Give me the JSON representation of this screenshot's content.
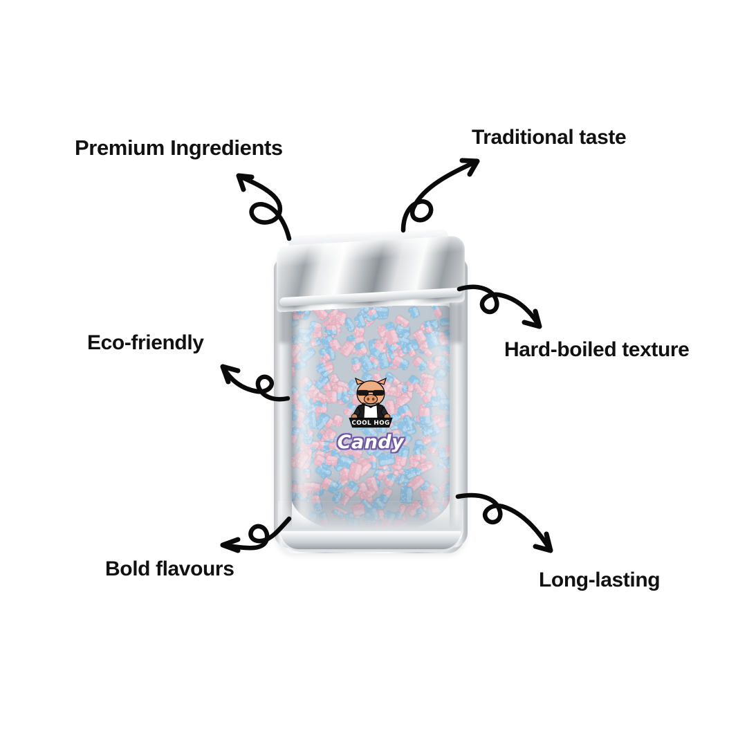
{
  "page": {
    "type": "product-feature-infographic",
    "background_color": "#ffffff",
    "label_text_color": "#111111"
  },
  "features": [
    {
      "id": "premium-ingredients",
      "label": "Premium Ingredients",
      "position": "top-left",
      "arrow": "curly-arrow-up-left"
    },
    {
      "id": "traditional-taste",
      "label": "Traditional taste",
      "position": "top-right",
      "arrow": "curly-arrow-up-right"
    },
    {
      "id": "eco-friendly",
      "label": "Eco-friendly",
      "position": "middle-left",
      "arrow": "curly-arrow-up-left"
    },
    {
      "id": "hard-boiled-texture",
      "label": "Hard-boiled texture",
      "position": "middle-right",
      "arrow": "curly-arrow-down-right"
    },
    {
      "id": "bold-flavours",
      "label": "Bold flavours",
      "position": "bottom-left",
      "arrow": "curly-arrow-down-left"
    },
    {
      "id": "long-lasting",
      "label": "Long-lasting",
      "position": "bottom-right",
      "arrow": "curly-arrow-down-right"
    }
  ],
  "product": {
    "package_type": "stand-up-pouch",
    "package_finish": "silver-foil-with-clear-window",
    "brand_name": "COOL HOG",
    "product_word": "Candy",
    "mascot": "pig-with-sunglasses-and-vest",
    "banner_text": "COOL HOG",
    "contents": "pink-and-blue-sugar-coated-candy-bottles",
    "colors": {
      "candy_pink": "#f0b8c8",
      "candy_blue": "#8ec6ea",
      "foil_silver": "#d6d9dc",
      "brand_word_outline": "#6d5a9c",
      "brand_word_fill": "#ffffff",
      "mascot_skin": "#e8a87c",
      "banner_background": "#1c1c1c"
    }
  }
}
